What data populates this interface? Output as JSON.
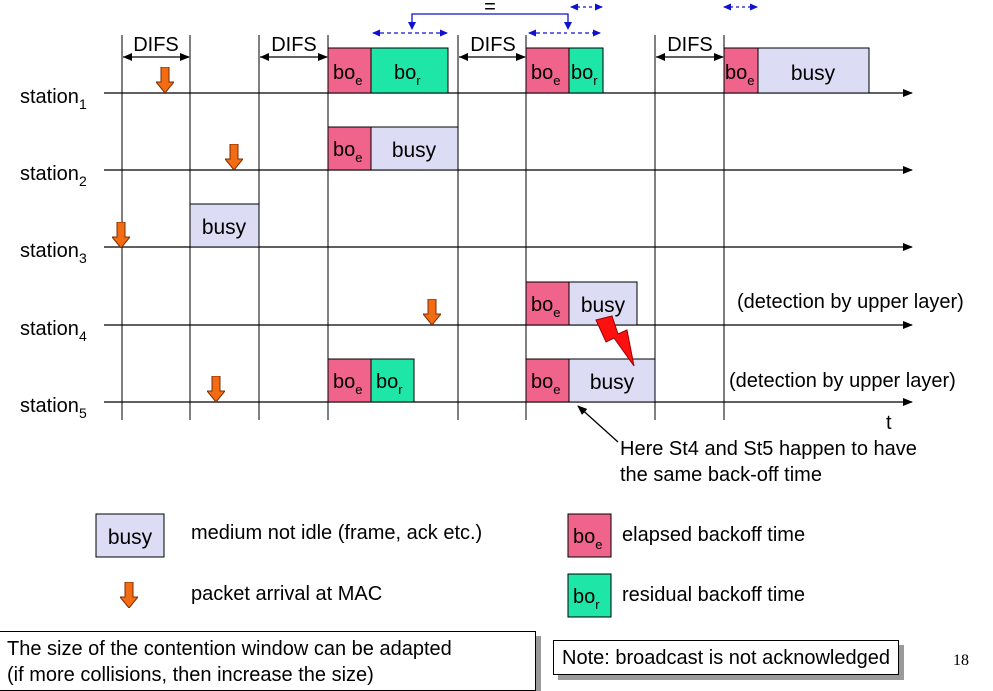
{
  "stations": [
    {
      "name": "station",
      "sub": "1"
    },
    {
      "name": "station",
      "sub": "2"
    },
    {
      "name": "station",
      "sub": "3"
    },
    {
      "name": "station",
      "sub": "4"
    },
    {
      "name": "station",
      "sub": "5"
    }
  ],
  "difs_label": "DIFS",
  "busy_label": "busy",
  "bo_label": "bo",
  "elapsed_sub": "e",
  "residual_sub": "r",
  "equal_sign": "=",
  "time_label": "t",
  "detection_note_st4": "(detection by upper layer)",
  "detection_note_st5": "(detection by upper layer)",
  "collision_note": [
    "Here St4 and St5 happen to have",
    "the same back-off time"
  ],
  "legend": {
    "busy": "medium not idle (frame, ack etc.)",
    "arrival": "packet arrival at MAC",
    "elapsed": "elapsed backoff time",
    "residual": "residual backoff time"
  },
  "note_left": [
    "The size of the contention window can be adapted",
    "(if more collisions, then increase the size)"
  ],
  "note_right": "Note: broadcast is not acknowledged",
  "page_number": "18",
  "colors": {
    "elapsed": "#f0648c",
    "residual": "#1ee6a6",
    "busy": "#dcdcf4",
    "arrival": "#f36c14",
    "dashed": "#1010d0",
    "lightning": "#ff1010"
  }
}
